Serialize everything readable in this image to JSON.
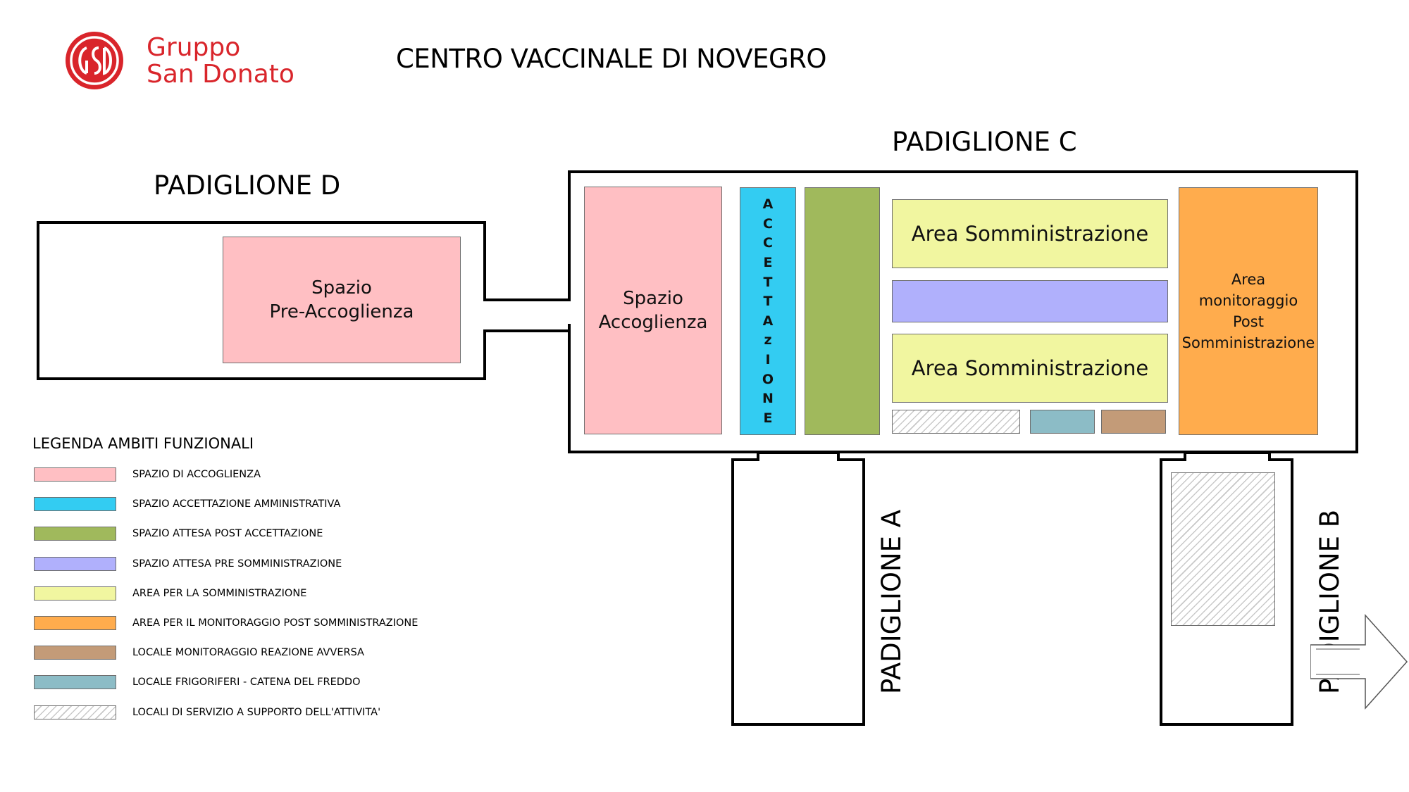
{
  "header": {
    "brand_line1": "Gruppo",
    "brand_line2": "San Donato",
    "brand_color": "#d9252b",
    "logo_icon": "gsd-logo",
    "title": "CENTRO VACCINALE DI NOVEGRO"
  },
  "pavilions": {
    "d": "PADIGLIONE D",
    "c": "PADIGLIONE C",
    "a": "PADIGLIONE A",
    "b": "PADIGLIONE B"
  },
  "rooms": {
    "pre_accoglienza_line1": "Spazio",
    "pre_accoglienza_line2": "Pre-Accoglienza",
    "accoglienza_line1": "Spazio",
    "accoglienza_line2": "Accoglienza",
    "accettazione_letters": [
      "A",
      "C",
      "C",
      "E",
      "T",
      "T",
      "A",
      "z",
      "I",
      "O",
      "N",
      "E"
    ],
    "somministrazione_1": "Area Somministrazione",
    "somministrazione_2": "Area Somministrazione",
    "monitoraggio_lines": [
      "Area",
      "monitoraggio",
      "Post",
      "Somministrazione"
    ]
  },
  "colors": {
    "accoglienza": "#ffbfc3",
    "accettazione": "#33ccf2",
    "attesa_post_accettazione": "#a0b95c",
    "attesa_pre_somministrazione": "#b0b0fc",
    "somministrazione": "#f1f6a0",
    "monitoraggio": "#ffac4d",
    "reazione_avversa": "#c39b78",
    "frigoriferi": "#8cbcc6"
  },
  "legend": {
    "title": "LEGENDA AMBITI FUNZIONALI",
    "items": [
      {
        "label": "SPAZIO DI ACCOGLIENZA",
        "color": "#ffbfc3"
      },
      {
        "label": "SPAZIO ACCETTAZIONE AMMINISTRATIVA",
        "color": "#33ccf2"
      },
      {
        "label": "SPAZIO ATTESA POST ACCETTAZIONE",
        "color": "#a0b95c"
      },
      {
        "label": "SPAZIO ATTESA PRE SOMMINISTRAZIONE",
        "color": "#b0b0fc"
      },
      {
        "label": "AREA PER LA SOMMINISTRAZIONE",
        "color": "#f1f6a0"
      },
      {
        "label": "AREA PER IL MONITORAGGIO POST SOMMINISTRAZIONE",
        "color": "#ffac4d"
      },
      {
        "label": "LOCALE MONITORAGGIO REAZIONE AVVERSA",
        "color": "#c39b78"
      },
      {
        "label": "LOCALE FRIGORIFERI - CATENA DEL FREDDO",
        "color": "#8cbcc6"
      },
      {
        "label": "LOCALI DI SERVIZIO A SUPPORTO DELL'ATTIVITA'",
        "color": "hatch"
      }
    ]
  }
}
